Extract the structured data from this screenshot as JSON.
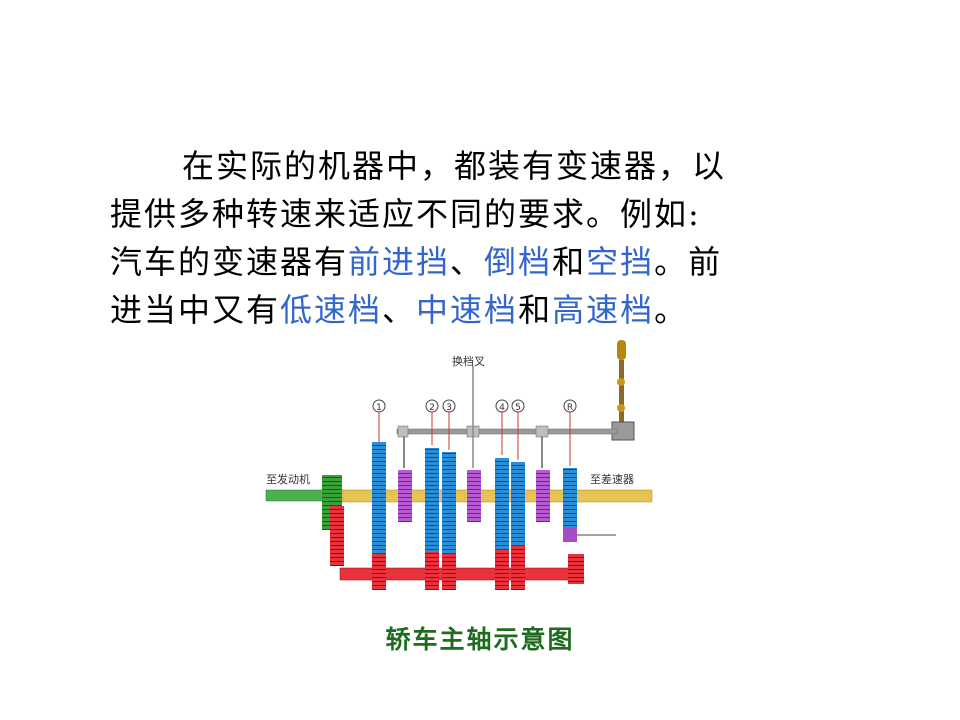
{
  "paragraph": {
    "p1": "在实际的机器中，都装有变速器，以",
    "p2": "提供多种转速来适应不同的要求。例如:",
    "p3a": "汽车的变速器有",
    "p3b": "前进挡",
    "p3c": "、",
    "p3d": "倒档",
    "p3e": "和",
    "p3f": "空挡",
    "p3g": "。前",
    "p4a": "进当中又有",
    "p4b": "低速档",
    "p4c": "、",
    "p4d": "中速档",
    "p4e": "和",
    "p4f": "高速档",
    "p4g": "。"
  },
  "diagram": {
    "shift_fork_label": "换档叉",
    "engine_label": "至发动机",
    "differential_label": "至差速器",
    "gear_numbers": [
      "1",
      "2",
      "3",
      "4",
      "5",
      "R"
    ]
  },
  "caption": "轿车主轴示意图",
  "colors": {
    "highlight": "#3366cc",
    "caption": "#1f6b1f"
  }
}
